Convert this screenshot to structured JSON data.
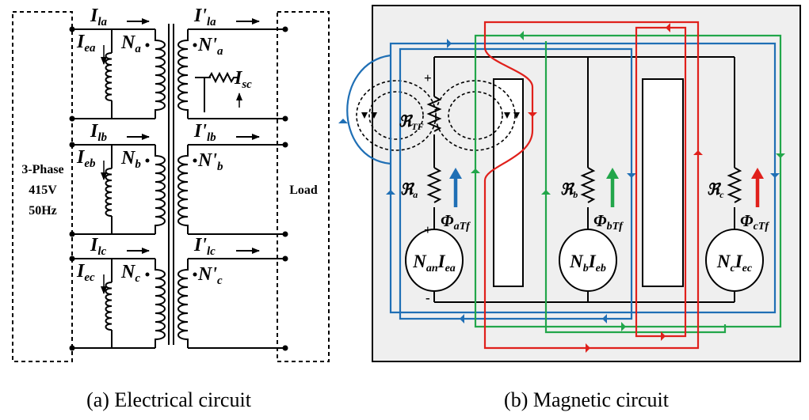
{
  "electrical": {
    "source_label_1": "3-Phase",
    "source_label_2": "415V",
    "source_label_3": "50Hz",
    "load_label": "Load",
    "primary_currents": [
      "I",
      "I",
      "I"
    ],
    "primary_current_subs": [
      "la",
      "lb",
      "lc"
    ],
    "secondary_currents": [
      "I'",
      "I'",
      "I'"
    ],
    "secondary_current_subs": [
      "la",
      "lb",
      "lc"
    ],
    "exciting_currents": [
      "I",
      "I",
      "I"
    ],
    "exciting_current_subs": [
      "ea",
      "eb",
      "ec"
    ],
    "primary_turns": [
      "N",
      "N",
      "N"
    ],
    "primary_turn_subs": [
      "a",
      "b",
      "c"
    ],
    "secondary_turns": [
      "N'",
      "N'",
      "N'"
    ],
    "secondary_turn_subs": [
      "a",
      "b",
      "c"
    ],
    "short_circuit_current": "I",
    "short_circuit_sub": "sc",
    "caption": "(a) Electrical circuit"
  },
  "magnetic": {
    "fault_reluctance": "ℜ",
    "fault_reluctance_sub": "TF",
    "limb_reluctances": [
      "ℜ",
      "ℜ",
      "ℜ"
    ],
    "limb_reluctance_subs": [
      "a",
      "b",
      "c"
    ],
    "fluxes": [
      "Φ",
      "Φ",
      "Φ"
    ],
    "flux_subs": [
      "aTf",
      "bTf",
      "cTf"
    ],
    "mmf_labels": [
      {
        "n": "N",
        "n_sub": "an",
        "i": "I",
        "i_sub": "ea"
      },
      {
        "n": "N",
        "n_sub": "b",
        "i": "I",
        "i_sub": "eb"
      },
      {
        "n": "N",
        "n_sub": "c",
        "i": "I",
        "i_sub": "ec"
      }
    ],
    "plus_sign": "+",
    "minus_sign": "-",
    "caption": "(b) Magnetic circuit"
  },
  "colors": {
    "phase_a": "#1f6fb5",
    "phase_b": "#22a64a",
    "phase_c": "#e0201b",
    "core_fill": "#efefef"
  }
}
